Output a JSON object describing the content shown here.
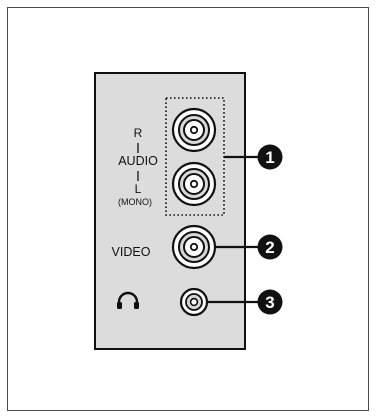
{
  "panel": {
    "audio_r": "R",
    "audio_label": "AUDIO",
    "audio_l": "L",
    "audio_mono": "(MONO)",
    "video_label": "VIDEO"
  },
  "callouts": [
    "1",
    "2",
    "3"
  ],
  "icons": {
    "headphone": "headphone-icon"
  },
  "colors": {
    "panel_fill": "#dcdcdc",
    "outline": "#111111",
    "callout_fill": "#111111",
    "callout_text": "#ffffff"
  }
}
